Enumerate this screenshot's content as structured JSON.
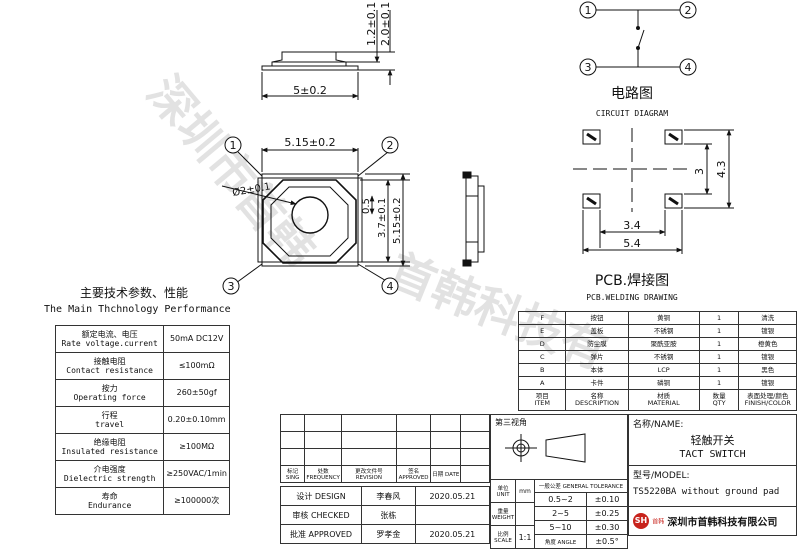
{
  "watermark": {
    "part1": "深圳市首韩",
    "part2": "首韩科技有"
  },
  "dims": {
    "width": "5±0.2",
    "height1": "1.2±0.1",
    "height2": "2.0±0.1",
    "body_width": "5.15±0.2",
    "diameter": "Ø2±0.1",
    "travel": "0.5",
    "plunger": "3.7±0.1",
    "body_height": "5.15±0.2"
  },
  "pins": {
    "p1": "1",
    "p2": "2",
    "p3": "3",
    "p4": "4"
  },
  "circuit": {
    "title_cn": "电路图",
    "title_en": "CIRCUIT DIAGRAM"
  },
  "pcb": {
    "title_cn": "PCB.焊接图",
    "title_en": "PCB.WELDING DRAWING",
    "dim_inner": "3.4",
    "dim_outer": "5.4",
    "dim_v_inner": "3",
    "dim_v_outer": "4.3"
  },
  "performance": {
    "title_cn": "主要技术参数、性能",
    "title_en": "The Main Thchnology Performance",
    "rows": [
      {
        "cn": "额定电流、电压",
        "en": "Rate voltage.current",
        "value": "50mA DC12V"
      },
      {
        "cn": "接触电阻",
        "en": "Contact resistance",
        "value": "≤100mΩ"
      },
      {
        "cn": "按力",
        "en": "Operating force",
        "value": "260±50gf"
      },
      {
        "cn": "行程",
        "en": "travel",
        "value": "0.20±0.10mm"
      },
      {
        "cn": "绝缘电阻",
        "en": "Insulated resistance",
        "value": "≥100MΩ"
      },
      {
        "cn": "介电强度",
        "en": "Dielectric strength",
        "value": "≥250VAC/1min"
      },
      {
        "cn": "寿命",
        "en": "Endurance",
        "value": "≥100000次"
      }
    ]
  },
  "bom": {
    "rows": [
      [
        "F",
        "按钮",
        "黄铜",
        "1",
        "清洗"
      ],
      [
        "E",
        "盖板",
        "不锈钢",
        "1",
        "镀银"
      ],
      [
        "D",
        "防尘膜",
        "聚酰亚胺",
        "1",
        "橙黄色"
      ],
      [
        "C",
        "弹片",
        "不锈钢",
        "1",
        "镀银"
      ],
      [
        "B",
        "本体",
        "LCP",
        "1",
        "黑色"
      ],
      [
        "A",
        "卡件",
        "磷铜",
        "1",
        "镀银"
      ]
    ],
    "header": [
      {
        "cn": "项目",
        "en": "ITEM"
      },
      {
        "cn": "名称",
        "en": "DESCRIPTION"
      },
      {
        "cn": "材质",
        "en": "MATERIAL"
      },
      {
        "cn": "数量",
        "en": "QTY"
      },
      {
        "cn": "表面处理/颜色",
        "en": "FINISH/COLOR"
      }
    ]
  },
  "titleblock": {
    "rev_headers": [
      "标记 SING",
      "处数 FREQUENCY",
      "更改文件号 REVISION",
      "签名 APPROVED",
      "日期 DATE",
      ""
    ],
    "approvals": [
      {
        "role": "设计 DESIGN",
        "name": "李春风",
        "date": "2020.05.21"
      },
      {
        "role": "审核 CHECKED",
        "name": "张栋",
        "date": ""
      },
      {
        "role": "批准 APPROVED",
        "name": "罗孝金",
        "date": "2020.05.21"
      }
    ],
    "projection_label": "第三视角",
    "unit_label": "单位 UNIT",
    "unit_value": "mm",
    "weight_label": "重量 WEIGHT",
    "scale_label": "比例 SCALE",
    "scale_value": "1:1",
    "tolerance_header": "一般公差 GENERAL TOLERANCE",
    "tolerances": [
      {
        "range": "0.5~2",
        "tol": "±0.10"
      },
      {
        "range": "2~5",
        "tol": "±0.25"
      },
      {
        "range": "5~10",
        "tol": "±0.30"
      }
    ],
    "angle_label": "角度 ANGLE",
    "angle_tol": "±0.5°",
    "name_label": "名称/NAME:",
    "part_name_cn": "轻触开关",
    "part_name_en": "TACT SWITCH",
    "model_label": "型号/MODEL:",
    "model_value": "TS5220BA without ground pad",
    "logo_mark": "SH",
    "logo_text": "首韩",
    "company": "深圳市首韩科技有限公司"
  }
}
